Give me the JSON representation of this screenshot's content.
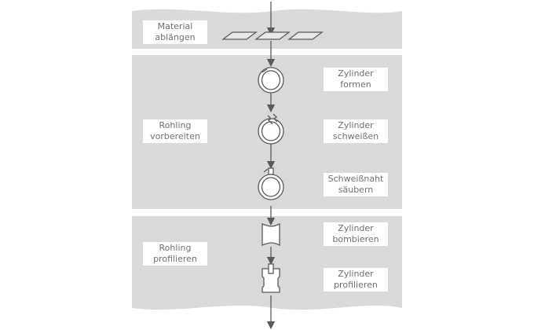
{
  "colors": {
    "band": "#d9d9d9",
    "label_bg": "#ffffff",
    "label_text": "#6f6f6f",
    "line": "#5a5a5a",
    "part_fill": "#ffffff",
    "sheet_fill": "#e8e8e8"
  },
  "sections": [
    {
      "line1": "Material",
      "line2": "ablängen"
    },
    {
      "line1": "Rohling",
      "line2": "vorbereiten"
    },
    {
      "line1": "Rohling",
      "line2": "profilieren"
    }
  ],
  "steps": [
    {
      "line1": "Zylinder",
      "line2": "formen",
      "icon": "cylinder-ring-icon"
    },
    {
      "line1": "Zylinder",
      "line2": "schweißen",
      "icon": "lightning-weld-icon"
    },
    {
      "line1": "Schweißnaht",
      "line2": "säubern",
      "icon": "deburr-tool-icon"
    },
    {
      "line1": "Zylinder",
      "line2": "bombieren",
      "icon": "bulged-cylinder-icon"
    },
    {
      "line1": "Zylinder",
      "line2": "profilieren",
      "icon": "profiled-cylinder-icon"
    }
  ]
}
